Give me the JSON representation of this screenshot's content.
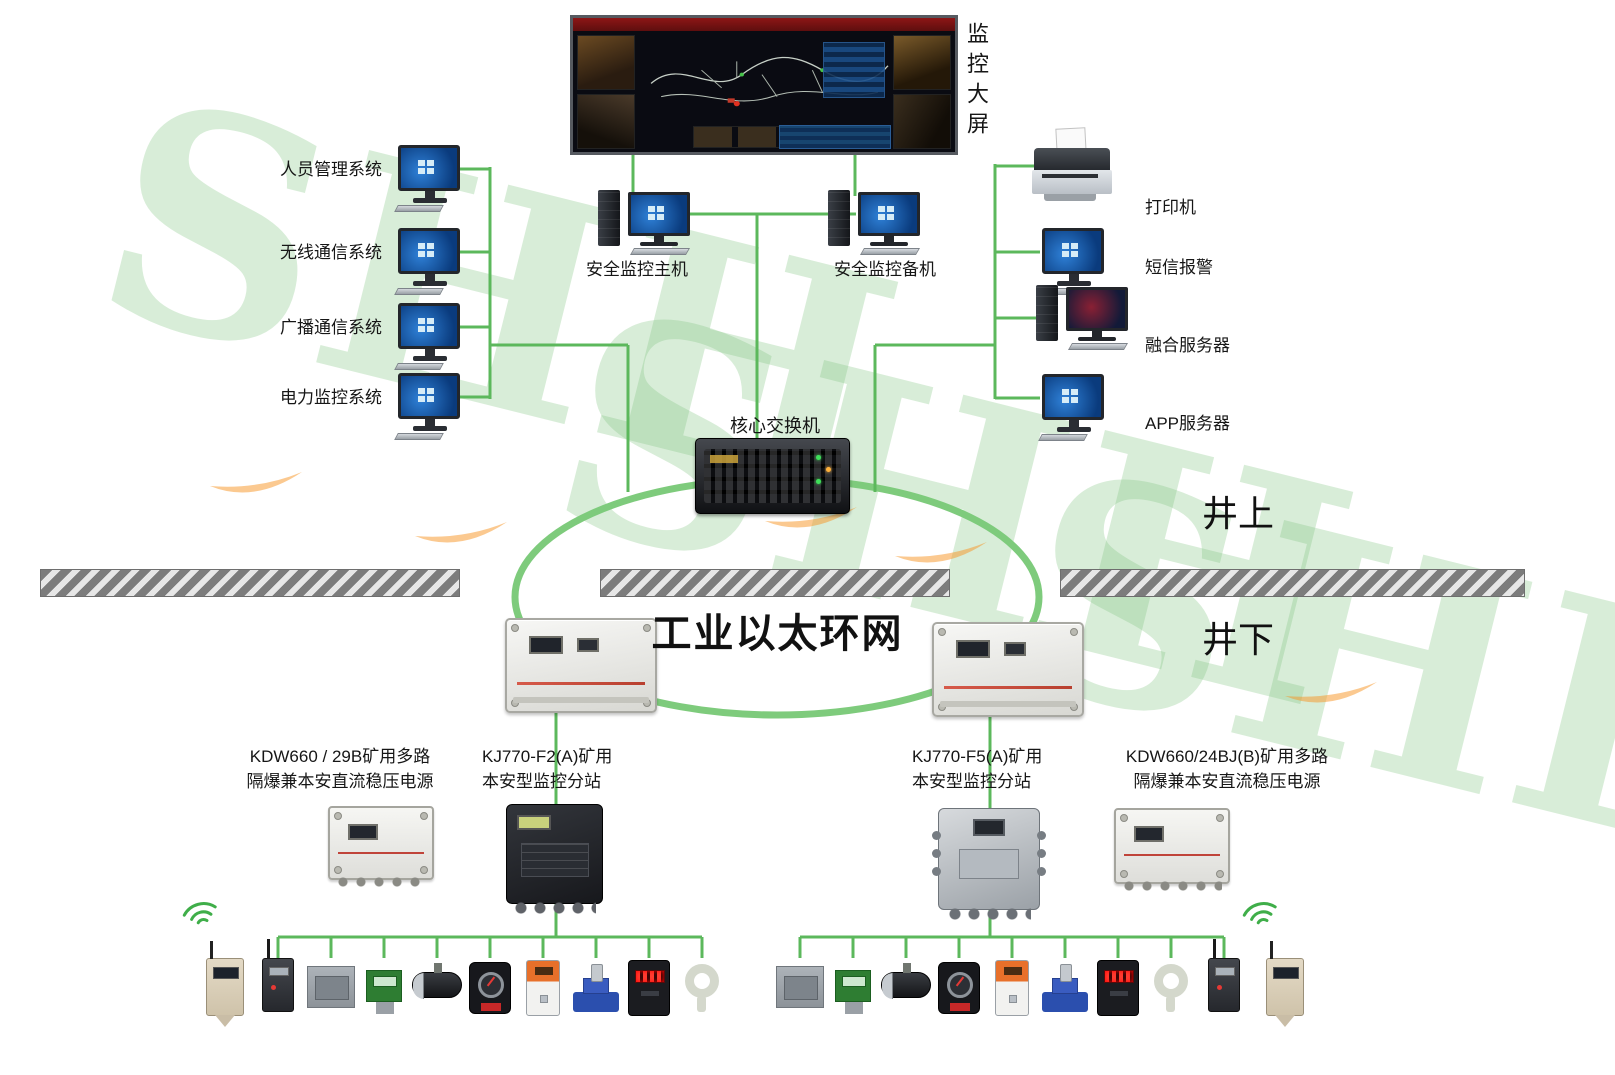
{
  "watermark": {
    "text": "SHH"
  },
  "screen_wall": {
    "label": "监控大屏"
  },
  "surface": {
    "left_systems": [
      {
        "label": "人员管理系统"
      },
      {
        "label": "无线通信系统"
      },
      {
        "label": "广播通信系统"
      },
      {
        "label": "电力监控系统"
      }
    ],
    "hosts": {
      "main_label": "安全监控主机",
      "backup_label": "安全监控备机"
    },
    "right_devices": [
      {
        "label": "打印机"
      },
      {
        "label": "短信报警"
      },
      {
        "label": "融合服务器"
      },
      {
        "label": "APP服务器"
      }
    ],
    "core_switch_label": "核心交换机",
    "zone_label": "井上"
  },
  "underground": {
    "zone_label": "井下",
    "ring_label": "工业以太环网",
    "left_power": {
      "line1": "KDW660 / 29B矿用多路",
      "line2": "隔爆兼本安直流稳压电源"
    },
    "left_substation": {
      "line1": "KJ770-F2(A)矿用",
      "line2": "本安型监控分站"
    },
    "right_substation": {
      "line1": "KJ770-F5(A)矿用",
      "line2": "本安型监控分站"
    },
    "right_power": {
      "line1": "KDW660/24BJ(B)矿用多路",
      "line2": "隔爆兼本安直流稳压电源"
    },
    "sensor_icons_left": [
      "wireless-sensor-icon",
      "antenna-sensor-icon",
      "junction-box-icon",
      "green-sensor-icon",
      "cylinder-sensor-icon",
      "gauge-sensor-icon",
      "orange-sensor-icon",
      "blue-valve-icon",
      "led-display-sensor-icon",
      "cable-hanger-icon"
    ],
    "sensor_icons_right": [
      "junction-box-icon",
      "green-sensor-icon",
      "cylinder-sensor-icon",
      "gauge-sensor-icon",
      "orange-sensor-icon",
      "blue-valve-icon",
      "led-display-sensor-icon",
      "cable-hanger-icon",
      "antenna-sensor-icon",
      "wireless-sensor-icon"
    ]
  },
  "colors": {
    "wire_green": "#5cb85c",
    "ring_green": "#7ecb7c",
    "watermark_green": "#7dc27d",
    "swoosh_orange": "#f79421"
  }
}
